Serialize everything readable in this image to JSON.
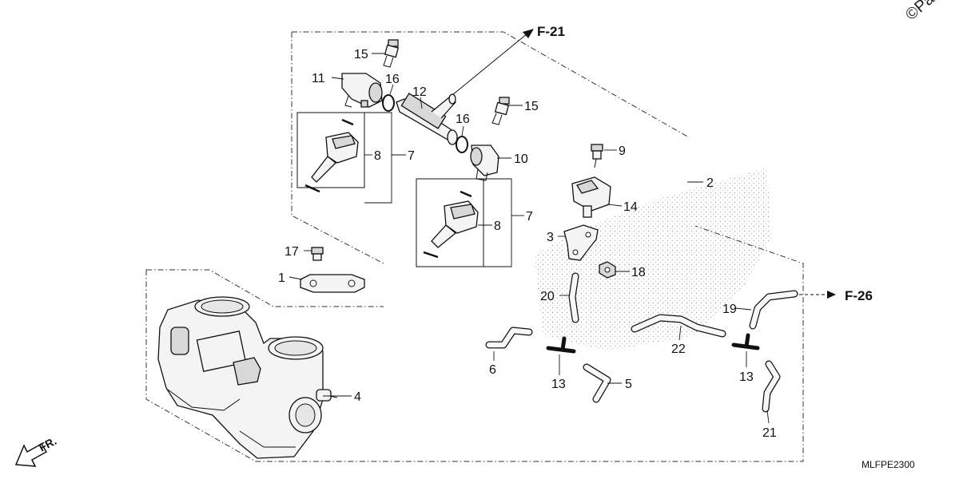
{
  "diagram": {
    "diagram_code": "MLFPE2300",
    "copyright_mark": "©Pa",
    "front_label": "FR.",
    "refs": {
      "fuel_pipe_ref": "F-21",
      "hose_ref": "F-26"
    },
    "callouts": {
      "c1": "1",
      "c2": "2",
      "c3": "3",
      "c4": "4",
      "c5": "5",
      "c6": "6",
      "c7a": "7",
      "c7b": "7",
      "c8a": "8",
      "c8b": "8",
      "c9": "9",
      "c10": "10",
      "c11": "11",
      "c12": "12",
      "c13a": "13",
      "c13b": "13",
      "c14": "14",
      "c15a": "15",
      "c15b": "15",
      "c16a": "16",
      "c16b": "16",
      "c17": "17",
      "c18": "18",
      "c19": "19",
      "c20": "20",
      "c21": "21",
      "c22": "22"
    }
  }
}
